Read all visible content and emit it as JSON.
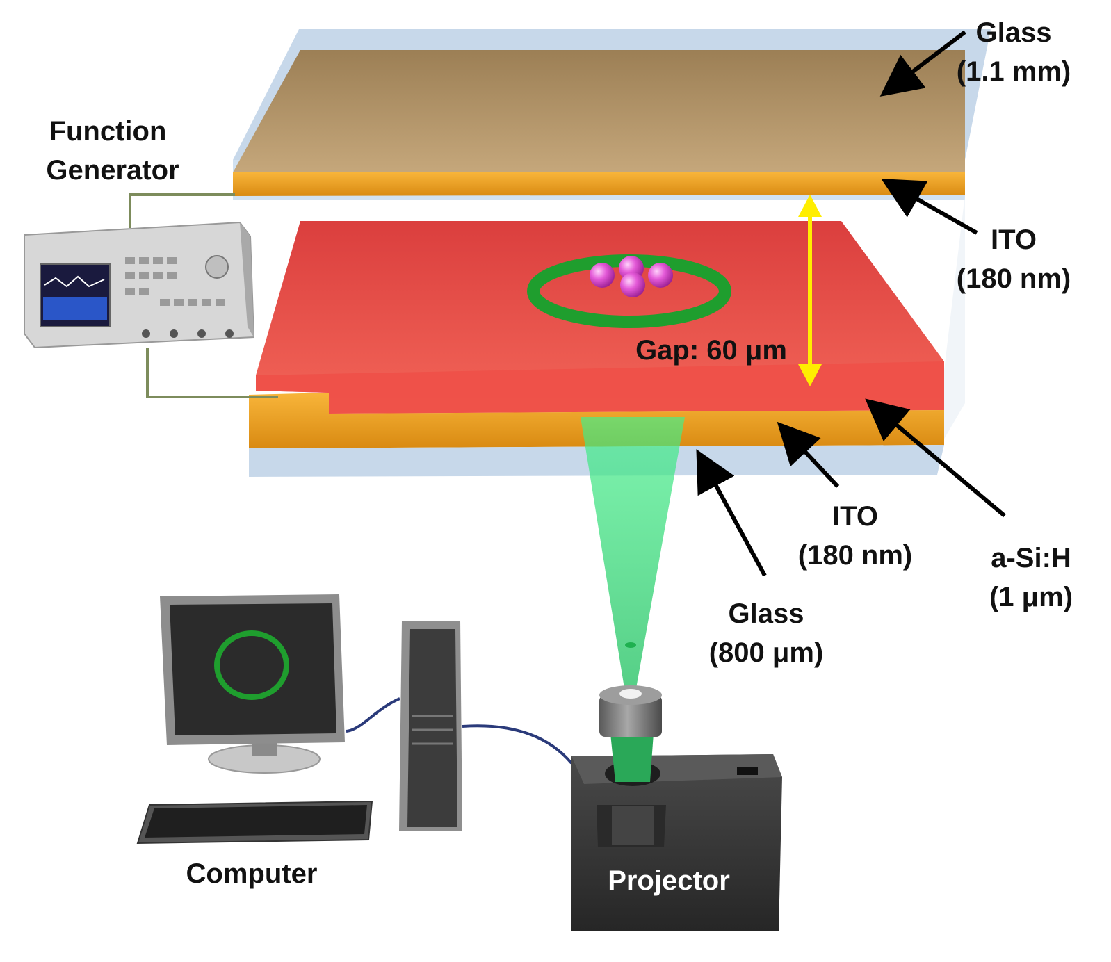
{
  "labels": {
    "glass_top_name": "Glass",
    "glass_top_value": "(1.1 mm)",
    "ito_top_name": "ITO",
    "ito_top_value": "(180 nm)",
    "function_generator_line1": "Function",
    "function_generator_line2": "Generator",
    "gap": "Gap: 60 μm",
    "ito_bottom_name": "ITO",
    "ito_bottom_value": "(180 nm)",
    "asih_name": "a-Si:H",
    "asih_value": "(1 μm)",
    "glass_bottom_name": "Glass",
    "glass_bottom_value": "(800 μm)",
    "computer": "Computer",
    "projector": "Projector"
  },
  "colors": {
    "glass": "#c7d8ea",
    "ito": "#f2a21f",
    "top_plate_surface": "#b89a6e",
    "asih_layer": "#e8403c",
    "light_pattern": "#1f9e2e",
    "microparticles": "#e25ad6",
    "gap_arrow": "#ffee00",
    "projected_light": "#33e07a",
    "device_body": "#3a3a3a"
  },
  "icons": [
    "function-generator-icon",
    "monitor-icon",
    "keyboard-icon",
    "pc-tower-icon",
    "projector-icon",
    "objective-lens-icon"
  ]
}
